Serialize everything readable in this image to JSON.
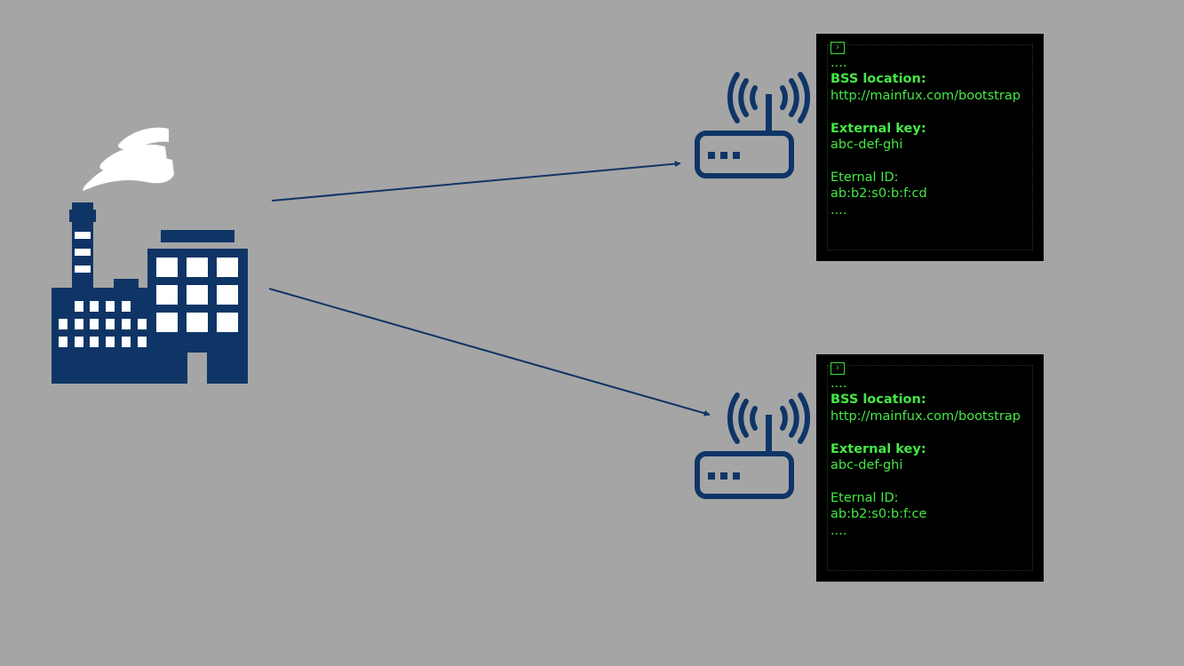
{
  "colors": {
    "background": "#a5a5a5",
    "icon": "#0f3566",
    "terminal_bg": "#000000",
    "terminal_text": "#45e845"
  },
  "icons": {
    "factory": "factory-icon",
    "router": "wifi-router-icon",
    "prompt": "terminal-prompt-icon"
  },
  "terminals": [
    {
      "prompt": "›",
      "lines": {
        "l0": "....",
        "l1": "BSS location:",
        "l2": "http://mainfux.com/bootstrap",
        "l4": "External key:",
        "l5": "abc-def-ghi",
        "l7": "Eternal ID:",
        "l8": "ab:b2:s0:b:f:cd",
        "l9": "...."
      }
    },
    {
      "prompt": "›",
      "lines": {
        "l0": "....",
        "l1": "BSS location:",
        "l2": "http://mainfux.com/bootstrap",
        "l4": "External key:",
        "l5": "abc-def-ghi",
        "l7": "Eternal ID:",
        "l8": "ab:b2:s0:b:f:ce",
        "l9": "...."
      }
    }
  ]
}
